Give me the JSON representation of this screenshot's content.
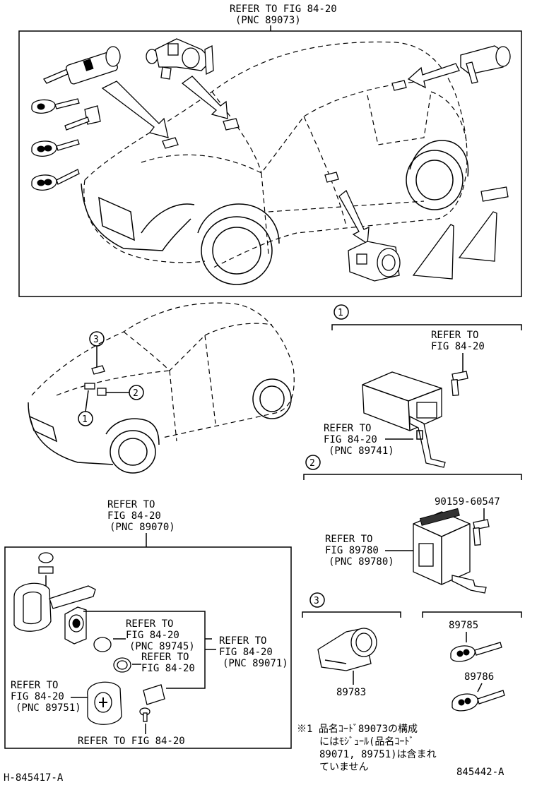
{
  "labels": {
    "top_ref": "REFER TO FIG 84-20",
    "top_pnc": "(PNC 89073)",
    "c1_ref1": "REFER TO",
    "c1_ref2": "FIG 84-20",
    "c1_ref3": "REFER TO",
    "c1_ref4": "FIG 84-20",
    "c1_ref5": "(PNC 89741)",
    "c2_part": "90159-60547",
    "c2_ref1": "REFER TO",
    "c2_ref2": "FIG 89780",
    "c2_ref3": "(PNC 89780)",
    "c3_part": "89783",
    "key1": "89785",
    "key2": "89786",
    "bl_ref1": "REFER TO",
    "bl_ref2": "FIG 84-20",
    "bl_ref3": "(PNC 89070)",
    "bx_ref1": "REFER TO",
    "bx_ref2": "FIG 84-20",
    "bx_ref3": "(PNC 89745)",
    "bx_ref4": "REFER TO",
    "bx_ref5": "FIG 84-20",
    "bx_ref6": "REFER TO",
    "bx_ref7": "FIG 84-20",
    "bx_ref8": "(PNC 89071)",
    "bx_ref9": "REFER TO",
    "bx_ref10": "FIG 84-20",
    "bx_ref11": "(PNC 89751)",
    "bx_ref12": "REFER TO FIG 84-20",
    "note1": "※1 品名ｺｰﾄﾞ89073の構成",
    "note2": "にはﾓｼﾞｭｰﾙ(品名ｺｰﾄﾞ",
    "note3": "89071, 89751)は含まれ",
    "note4": "ていません",
    "code_left": "H-845417-A",
    "code_right": "845442-A",
    "callout1": "1",
    "callout2": "2",
    "callout3": "3"
  }
}
